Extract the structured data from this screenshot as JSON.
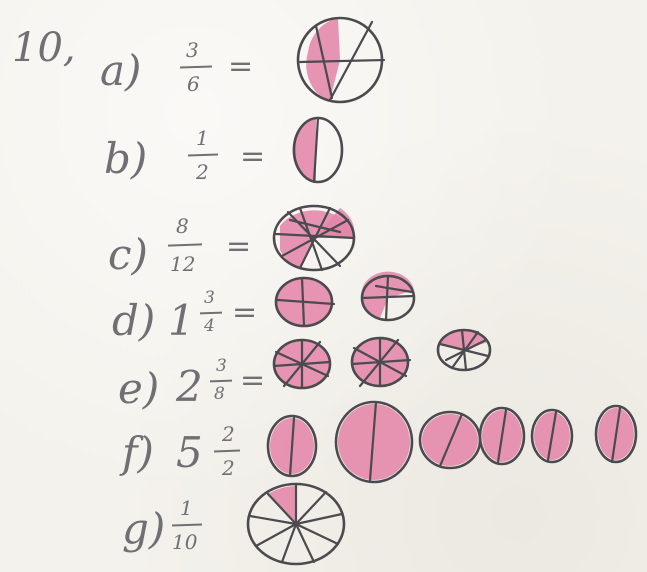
{
  "problem_number": "10,",
  "items": [
    {
      "label": "a)",
      "whole": "",
      "numerator": "3",
      "denominator": "6",
      "equals": "="
    },
    {
      "label": "b)",
      "whole": "",
      "numerator": "1",
      "denominator": "2",
      "equals": "="
    },
    {
      "label": "c)",
      "whole": "",
      "numerator": "8",
      "denominator": "12",
      "equals": "="
    },
    {
      "label": "d)",
      "whole": "1",
      "numerator": "3",
      "denominator": "4",
      "equals": "="
    },
    {
      "label": "e)",
      "whole": "2",
      "numerator": "3",
      "denominator": "8",
      "equals": "="
    },
    {
      "label": "f)",
      "whole": "5",
      "numerator": "2",
      "denominator": "2",
      "equals": ""
    },
    {
      "label": "g)",
      "whole": "",
      "numerator": "1",
      "denominator": "10",
      "equals": ""
    }
  ],
  "colors": {
    "pencil": "#6f6f74",
    "ink_outline": "#4a4a4f",
    "shading": "#e486a8",
    "paper": "#f4f2ec"
  }
}
